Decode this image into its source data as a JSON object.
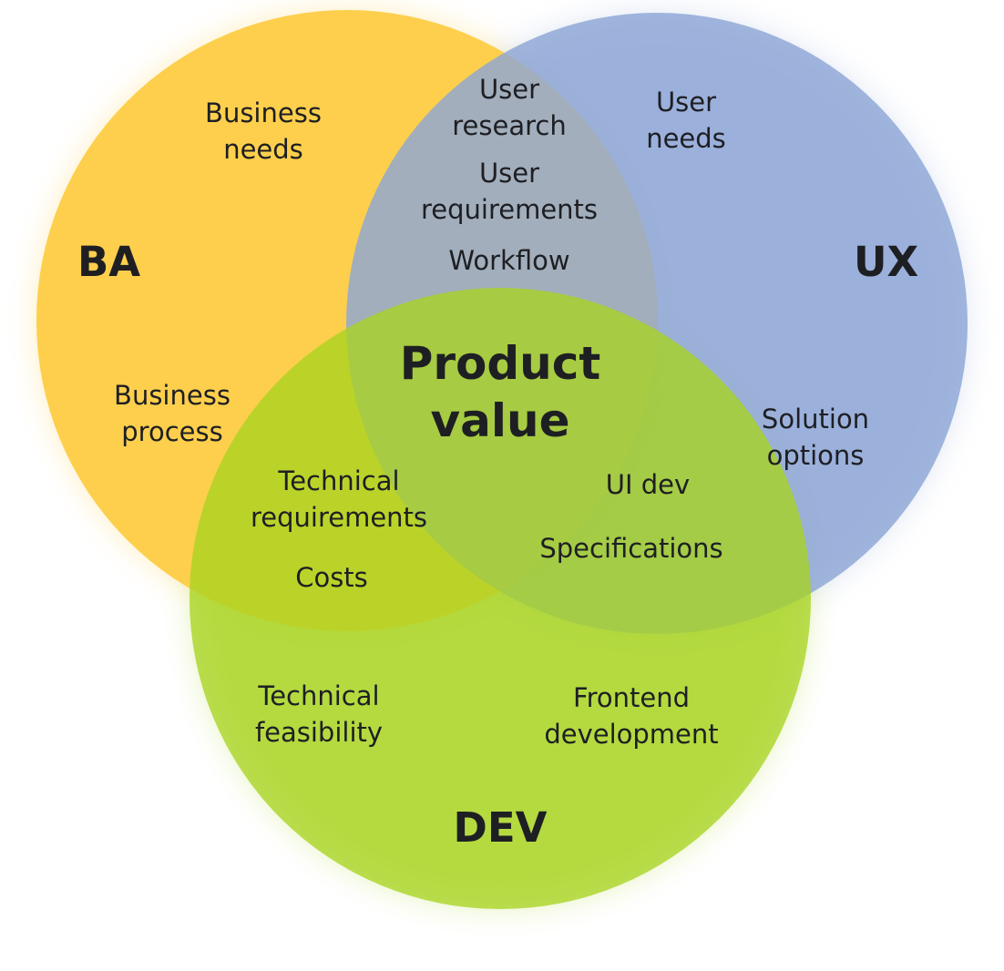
{
  "circles": {
    "ba": {
      "name": "BA",
      "color": "#fdcf4c"
    },
    "ux": {
      "name": "UX",
      "color": "#8ea6d6"
    },
    "dev": {
      "name": "DEV",
      "color": "#a8d420"
    }
  },
  "center_label": [
    "Product",
    "value"
  ],
  "labels": {
    "business_needs": [
      "Business",
      "needs"
    ],
    "business_process": [
      "Business",
      "process"
    ],
    "user_research": [
      "User",
      "research"
    ],
    "user_requirements": [
      "User",
      "requirements"
    ],
    "workflow": [
      "Workflow"
    ],
    "user_needs": [
      "User",
      "needs"
    ],
    "solution_options": [
      "Solution",
      "options"
    ],
    "technical_requirements": [
      "Technical",
      "requirements"
    ],
    "costs": [
      "Costs"
    ],
    "ui_dev": [
      "UI dev"
    ],
    "specifications": [
      "Specifications"
    ],
    "technical_feasibility": [
      "Technical",
      "feasibility"
    ],
    "frontend_development": [
      "Frontend",
      "development"
    ]
  }
}
